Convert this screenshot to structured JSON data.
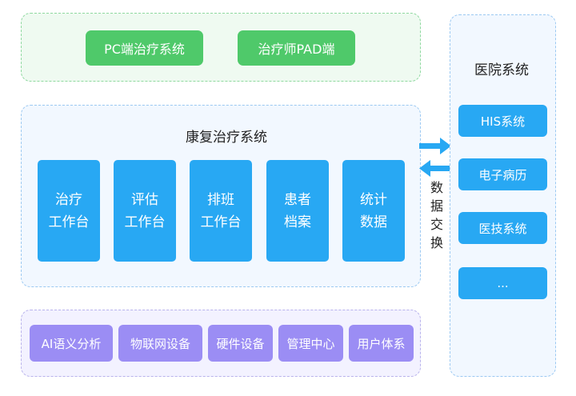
{
  "top_panel": {
    "items": [
      "PC端治疗系统",
      "治疗师PAD端"
    ]
  },
  "rehab_panel": {
    "title": "康复治疗系统",
    "modules": [
      {
        "line1": "治疗",
        "line2": "工作台"
      },
      {
        "line1": "评估",
        "line2": "工作台"
      },
      {
        "line1": "排班",
        "line2": "工作台"
      },
      {
        "line1": "患者",
        "line2": "档案"
      },
      {
        "line1": "统计",
        "line2": "数据"
      }
    ]
  },
  "bottom_panel": {
    "items": [
      "AI语义分析",
      "物联网设备",
      "硬件设备",
      "管理中心",
      "用户体系"
    ]
  },
  "hospital_panel": {
    "title": "医院系统",
    "items": [
      "HIS系统",
      "电子病历",
      "医技系统",
      "..."
    ]
  },
  "data_exchange": {
    "label": "数据交换"
  },
  "colors": {
    "green": "#4fc96a",
    "blue": "#28a8f3",
    "purple": "#9b8df4",
    "arrow": "#28a8f3"
  }
}
